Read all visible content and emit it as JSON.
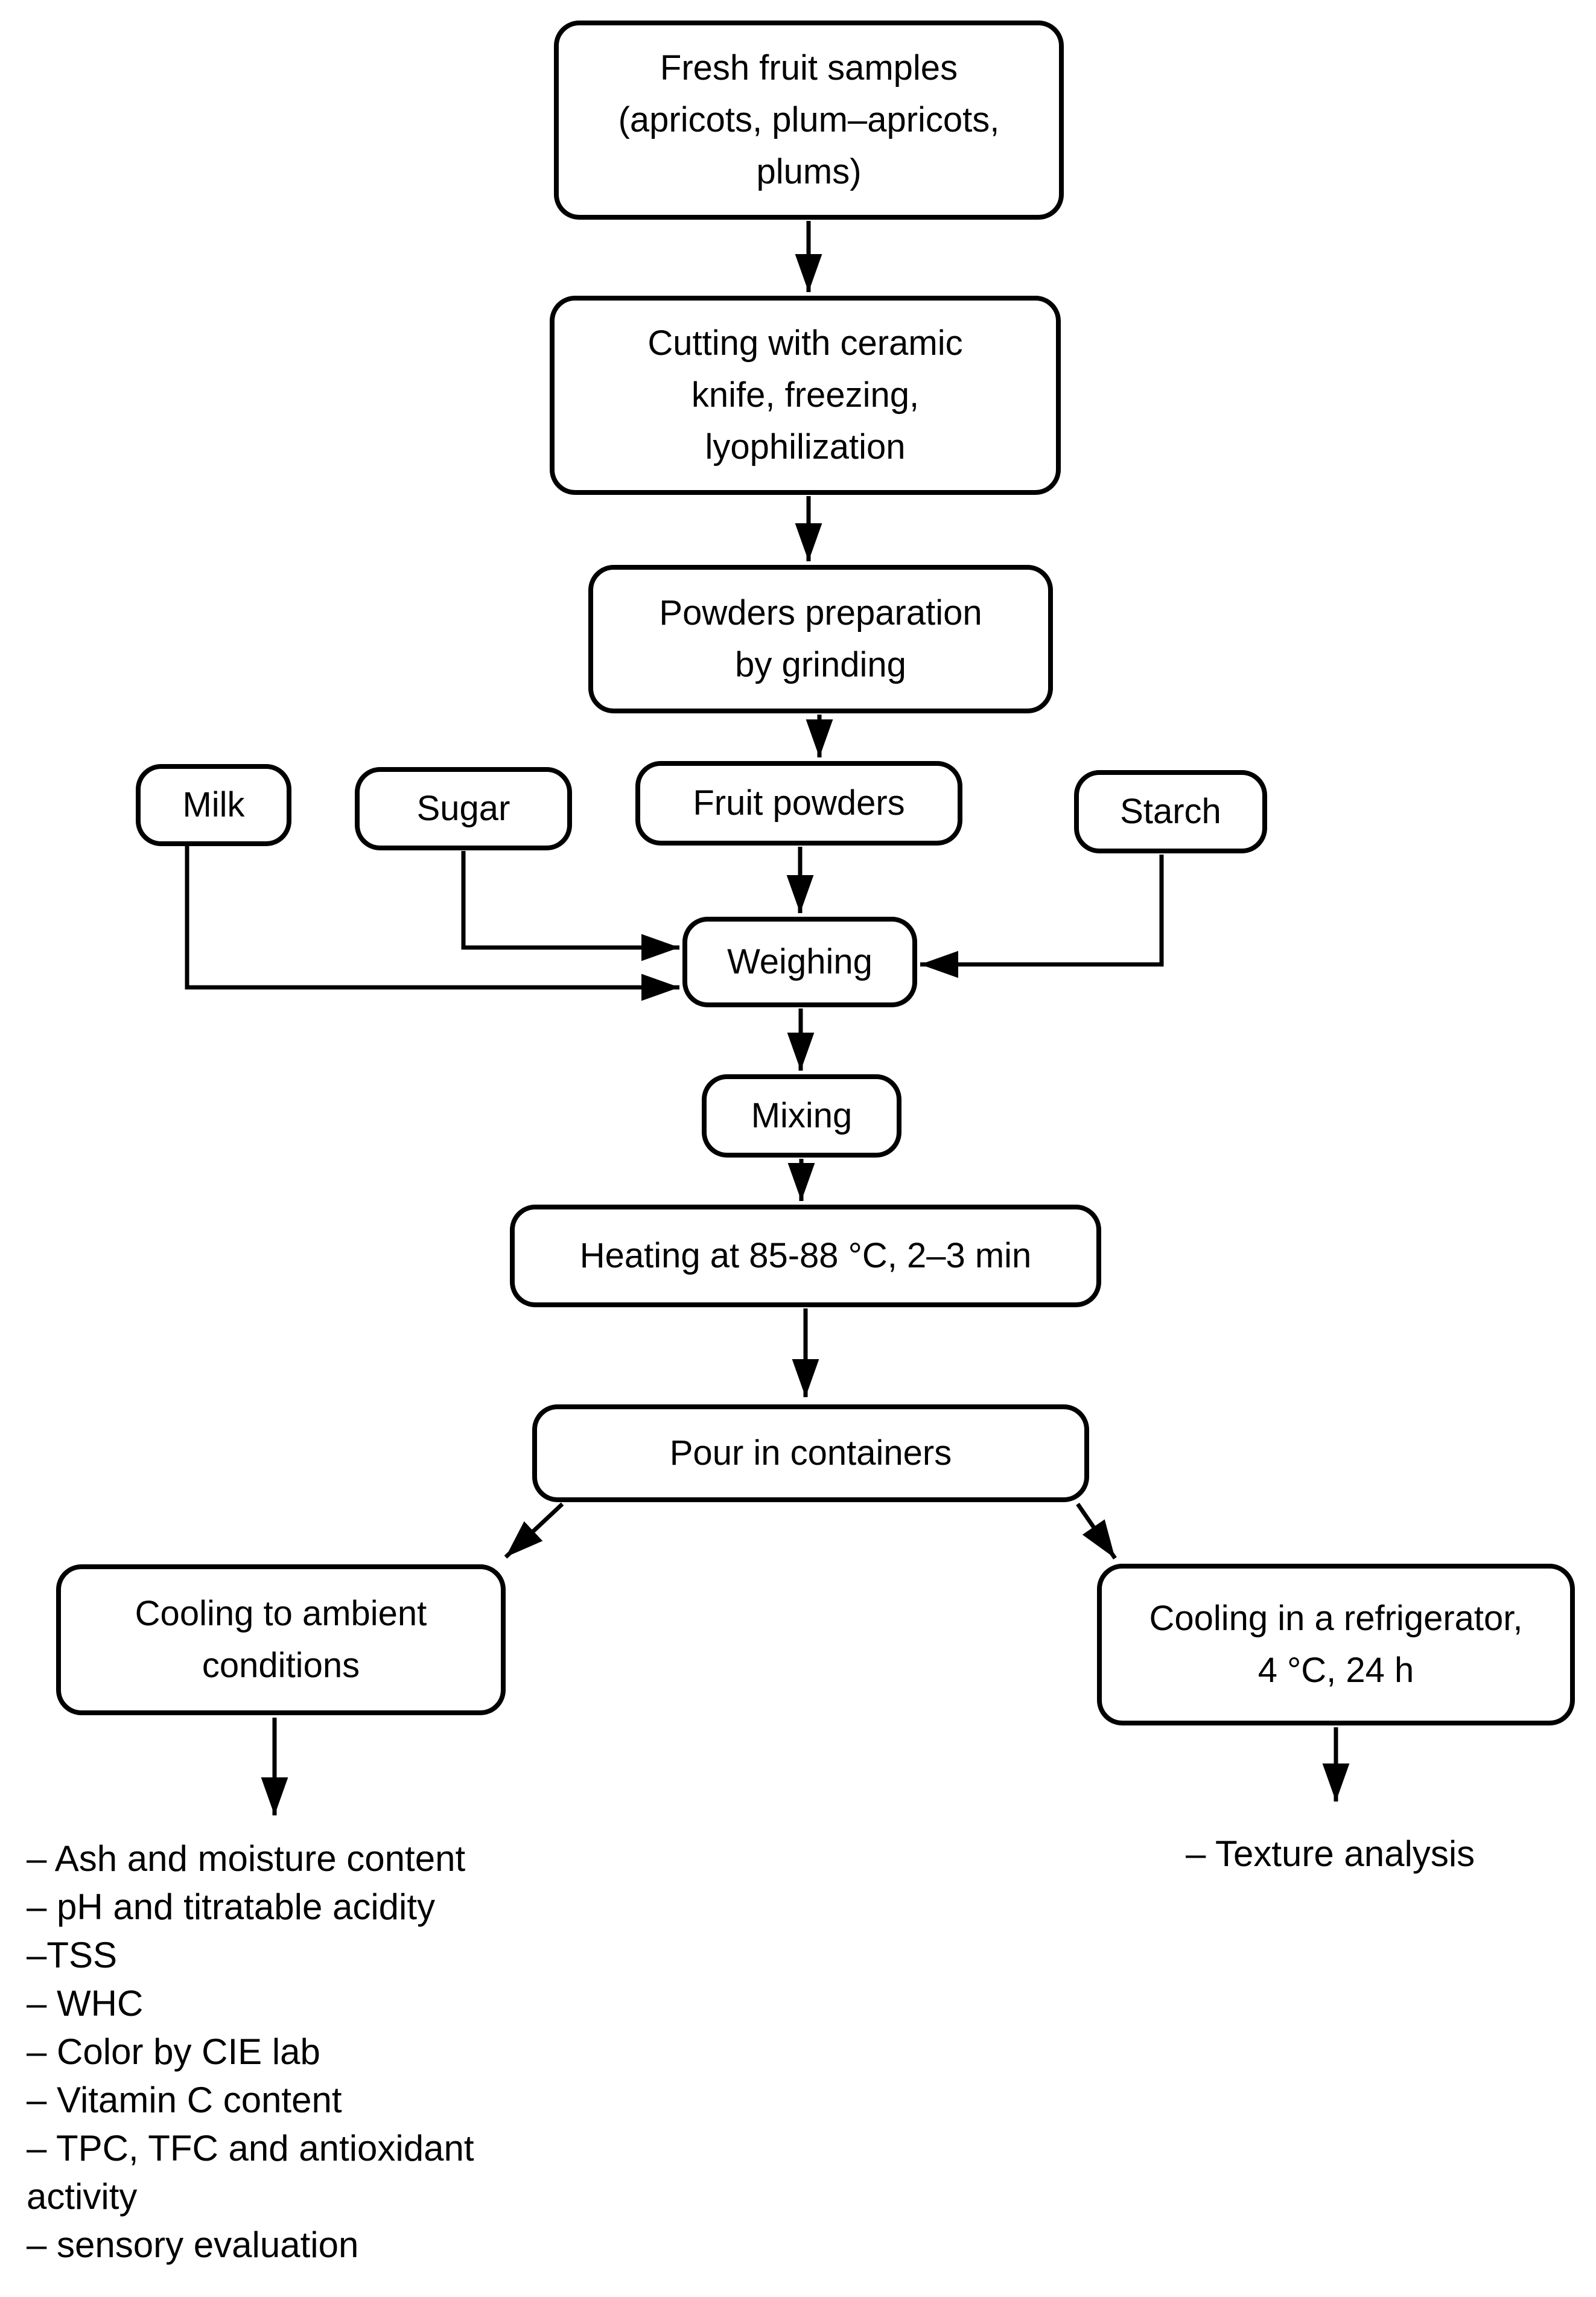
{
  "diagram": {
    "background_color": "#ffffff",
    "line_color": "#000000",
    "nodes": {
      "fresh_fruit": {
        "label": "Fresh fruit samples\n(apricots, plum–apricots,\nplums)"
      },
      "cutting": {
        "label": "Cutting with ceramic\nknife, freezing,\nlyophilization"
      },
      "powders_prep": {
        "label": "Powders preparation\nby grinding"
      },
      "milk": {
        "label": "Milk"
      },
      "sugar": {
        "label": "Sugar"
      },
      "fruit_powders": {
        "label": "Fruit powders"
      },
      "starch": {
        "label": "Starch"
      },
      "weighing": {
        "label": "Weighing"
      },
      "mixing": {
        "label": "Mixing"
      },
      "heating": {
        "label": "Heating at 85-88 °C, 2–3 min"
      },
      "pour": {
        "label": "Pour in containers"
      },
      "cooling_ambient": {
        "label": "Cooling to ambient\nconditions"
      },
      "cooling_fridge": {
        "label": "Cooling in a refrigerator,\n4 °C, 24 h"
      }
    },
    "outputs": {
      "ambient_lines": [
        "– Ash and moisture content",
        "– pH and titratable acidity",
        "–TSS",
        "– WHC",
        "– Color by CIE lab",
        "– Vitamin C content",
        "– TPC, TFC and antioxidant",
        "activity",
        "– sensory evaluation"
      ],
      "fridge_line": "– Texture analysis"
    }
  }
}
